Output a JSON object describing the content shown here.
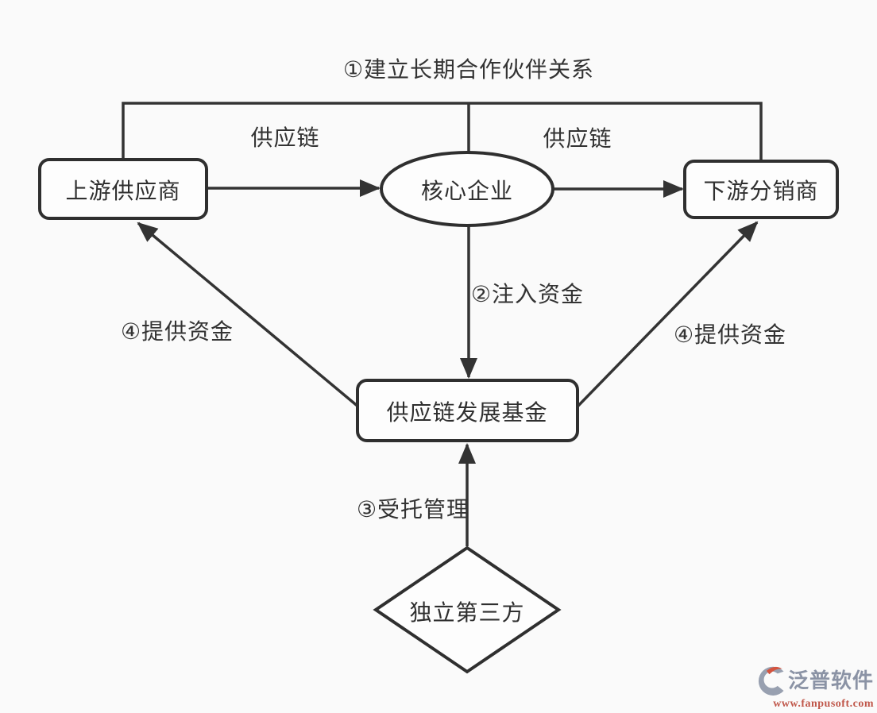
{
  "page": {
    "background_color": "#fafafa",
    "line_color": "#333333",
    "node_fill_color": "#fdfdfd",
    "text_color": "#333333"
  },
  "diagram": {
    "title": "①建立长期合作伙伴关系",
    "nodes": {
      "upstream": {
        "label": "上游供应商",
        "shape": "rounded-rect"
      },
      "core": {
        "label": "核心企业",
        "shape": "ellipse"
      },
      "downstream": {
        "label": "下游分销商",
        "shape": "rounded-rect"
      },
      "fund": {
        "label": "供应链发展基金",
        "shape": "rounded-rect"
      },
      "third_party": {
        "label": "独立第三方",
        "shape": "diamond"
      }
    },
    "edge_labels": {
      "supply_chain_left": "供应链",
      "supply_chain_right": "供应链",
      "inject_funds": "②注入资金",
      "provide_funds_left": "④提供资金",
      "provide_funds_right": "④提供资金",
      "entrusted_management": "③受托管理"
    }
  },
  "watermark": {
    "logo_icon": "fanpu-logo-icon",
    "brand": "泛普软件",
    "brand_color": "#8b93a5",
    "url": "www.fanpusoft.com",
    "url_color": "#c0574a",
    "logo_gray": "#98a0b0",
    "logo_accent": "#d4543f"
  }
}
